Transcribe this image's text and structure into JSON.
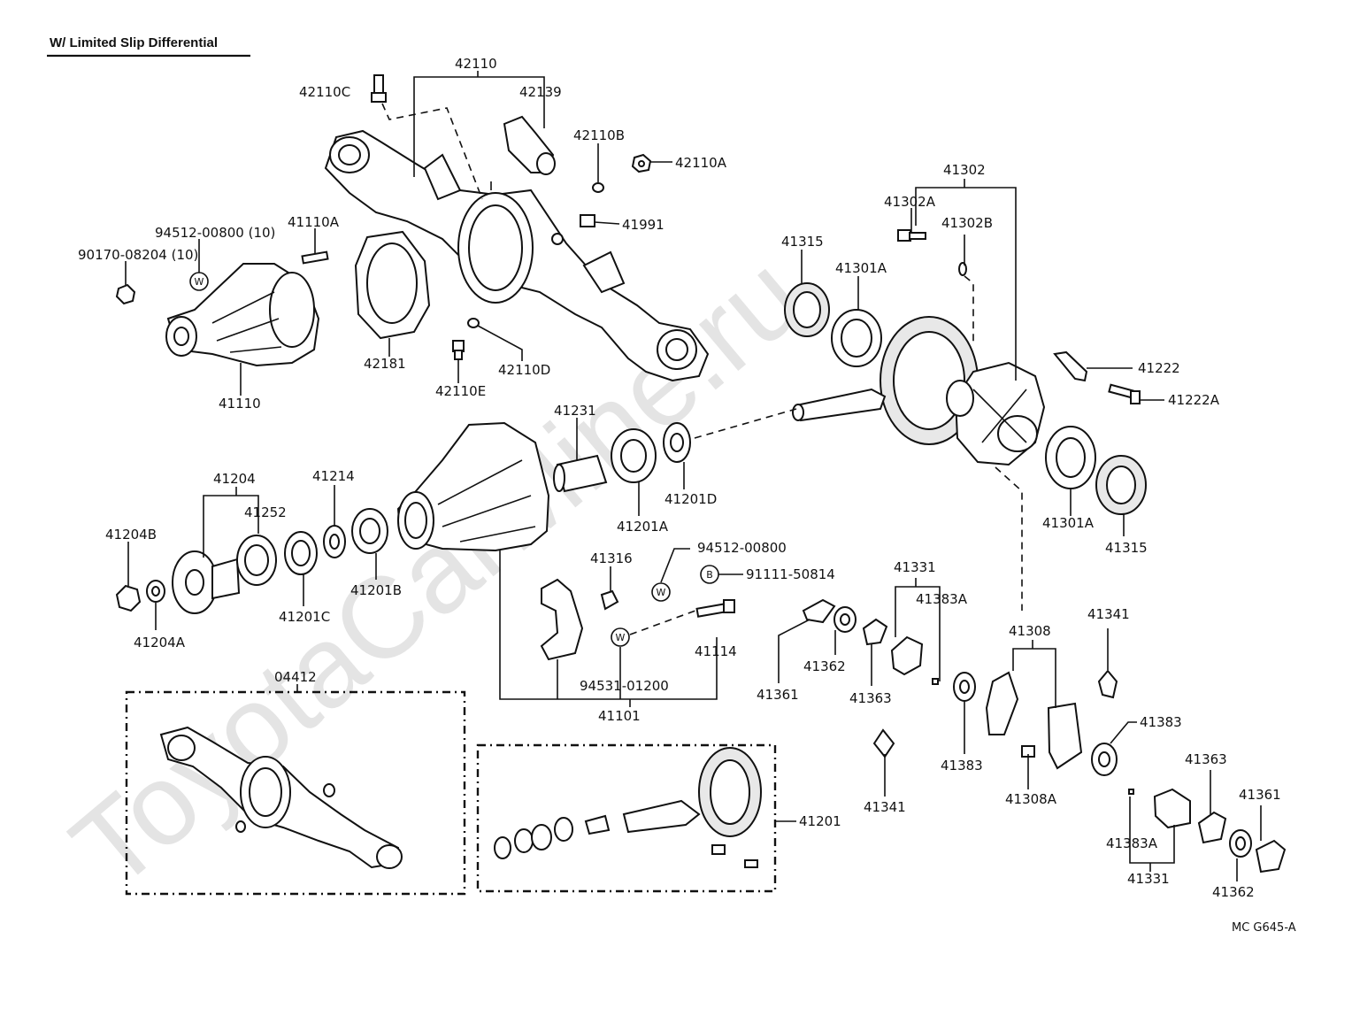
{
  "title": "W/ Limited Slip Differential",
  "watermark": "ToyotaCarMine.ru",
  "footer_code": "MC G645-A",
  "colors": {
    "ink": "#111111",
    "watermark": "#e4e4e4",
    "background": "#ffffff"
  },
  "labels": {
    "l_42110": "42110",
    "l_42110C": "42110C",
    "l_42139": "42139",
    "l_42110B": "42110B",
    "l_42110A": "42110A",
    "l_41991": "41991",
    "l_94512_10": "94512-00800 (10)",
    "l_90170": "90170-08204 (10)",
    "l_41110A": "41110A",
    "l_41110": "41110",
    "l_42181": "42181",
    "l_42110D": "42110D",
    "l_42110E": "42110E",
    "l_41302": "41302",
    "l_41302A": "41302A",
    "l_41302B": "41302B",
    "l_41315a": "41315",
    "l_41301Aa": "41301A",
    "l_41222": "41222",
    "l_41222A": "41222A",
    "l_41301Ab": "41301A",
    "l_41315b": "41315",
    "l_41231": "41231",
    "l_41201D": "41201D",
    "l_41201A": "41201A",
    "l_41204": "41204",
    "l_41252": "41252",
    "l_41214": "41214",
    "l_41204B": "41204B",
    "l_41204A": "41204A",
    "l_41201C": "41201C",
    "l_41201B": "41201B",
    "l_94512_00800": "94512-00800",
    "l_91111": "91111-50814",
    "l_41316": "41316",
    "l_41114": "41114",
    "l_94531": "94531-01200",
    "l_41101": "41101",
    "l_41331a": "41331",
    "l_41383Aa": "41383A",
    "l_41361a": "41361",
    "l_41362a": "41362",
    "l_41363a": "41363",
    "l_41308": "41308",
    "l_41341a": "41341",
    "l_41383a": "41383",
    "l_41383b": "41383",
    "l_41308A": "41308A",
    "l_41341b": "41341",
    "l_41363b": "41363",
    "l_41361b": "41361",
    "l_41383Ab": "41383A",
    "l_41331b": "41331",
    "l_41362b": "41362",
    "l_04412": "04412",
    "l_41201": "41201"
  },
  "symbols": {
    "washer": "W",
    "bolt": "B"
  },
  "icon_names": [
    "carrier-housing-icon",
    "axle-housing-icon",
    "differential-case-icon",
    "bearing-icon",
    "pinion-shaft-icon",
    "clutch-plate-icon",
    "bolt-icon",
    "nut-icon"
  ]
}
